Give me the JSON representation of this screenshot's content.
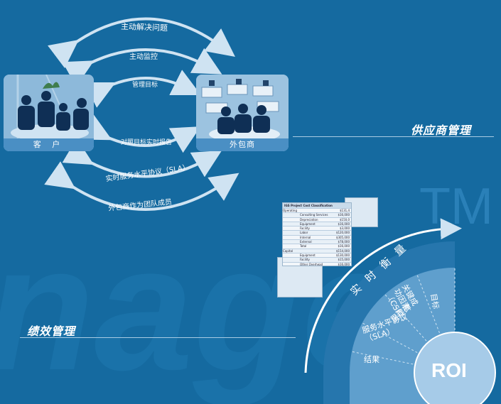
{
  "cycle": {
    "arrows_top": [
      "主动解决问题",
      "主动监控",
      "管理目标"
    ],
    "arrows_bottom": [
      "对照目标实时报告",
      "实时服务水平协议（SLA）",
      "外包商作为团队成员"
    ]
  },
  "customer_label": "客 户",
  "vendor_label": "外包商",
  "vendor_mgmt_title": "供应商管理",
  "perf_mgmt_title": "绩效管理",
  "watermark": {
    "word": "nage",
    "tm": "TM"
  },
  "sheet": {
    "title": "IGS Project Cost Classification",
    "rows": [
      [
        "Operating",
        "",
        "$131,4"
      ],
      [
        "",
        "Consulting Services",
        "$16,000"
      ],
      [
        "",
        "Depreciation",
        "$150,0"
      ],
      [
        "",
        "Equipment",
        "$16,000"
      ],
      [
        "",
        "Facility",
        "$3,000"
      ],
      [
        "",
        "Labor",
        "$120,000"
      ],
      [
        "",
        "Internal",
        "$305,000"
      ],
      [
        "",
        "External",
        "$78,000"
      ],
      [
        "",
        "Total",
        "$16,000"
      ],
      [
        "Capital",
        "",
        "$154,000"
      ],
      [
        "",
        "Equipment",
        "$130,000"
      ],
      [
        "",
        "Facility",
        "$15,000"
      ],
      [
        "",
        "Other Overhead",
        "$16,000"
      ]
    ]
  },
  "fan": {
    "outer": "实 时 衡 量",
    "labels": [
      "目标",
      "关键成功因素（CSF）",
      "里程碑",
      "服务水平协议（SLA）",
      "结果"
    ],
    "center": "ROI"
  }
}
